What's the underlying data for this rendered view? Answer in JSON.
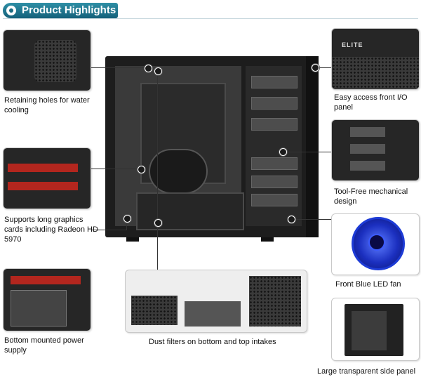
{
  "header": {
    "title": "Product Highlights"
  },
  "features": {
    "retaining_holes": "Retaining holes for water cooling",
    "graphics_cards": "Supports long graphics cards including Radeon HD 5970",
    "power_supply": "Bottom mounted power supply",
    "dust_filters": "Dust filters on bottom and top intakes",
    "front_io": "Easy access front I/O panel",
    "tool_free": "Tool-Free mechanical design",
    "led_fan": "Front Blue LED fan",
    "side_panel": "Large transparent side panel"
  },
  "front_io_logo": "ELITE",
  "colors": {
    "header_bg": "#1b6b82",
    "fan_blue": "#1d3bd6",
    "gpu_red": "#b3261e"
  }
}
